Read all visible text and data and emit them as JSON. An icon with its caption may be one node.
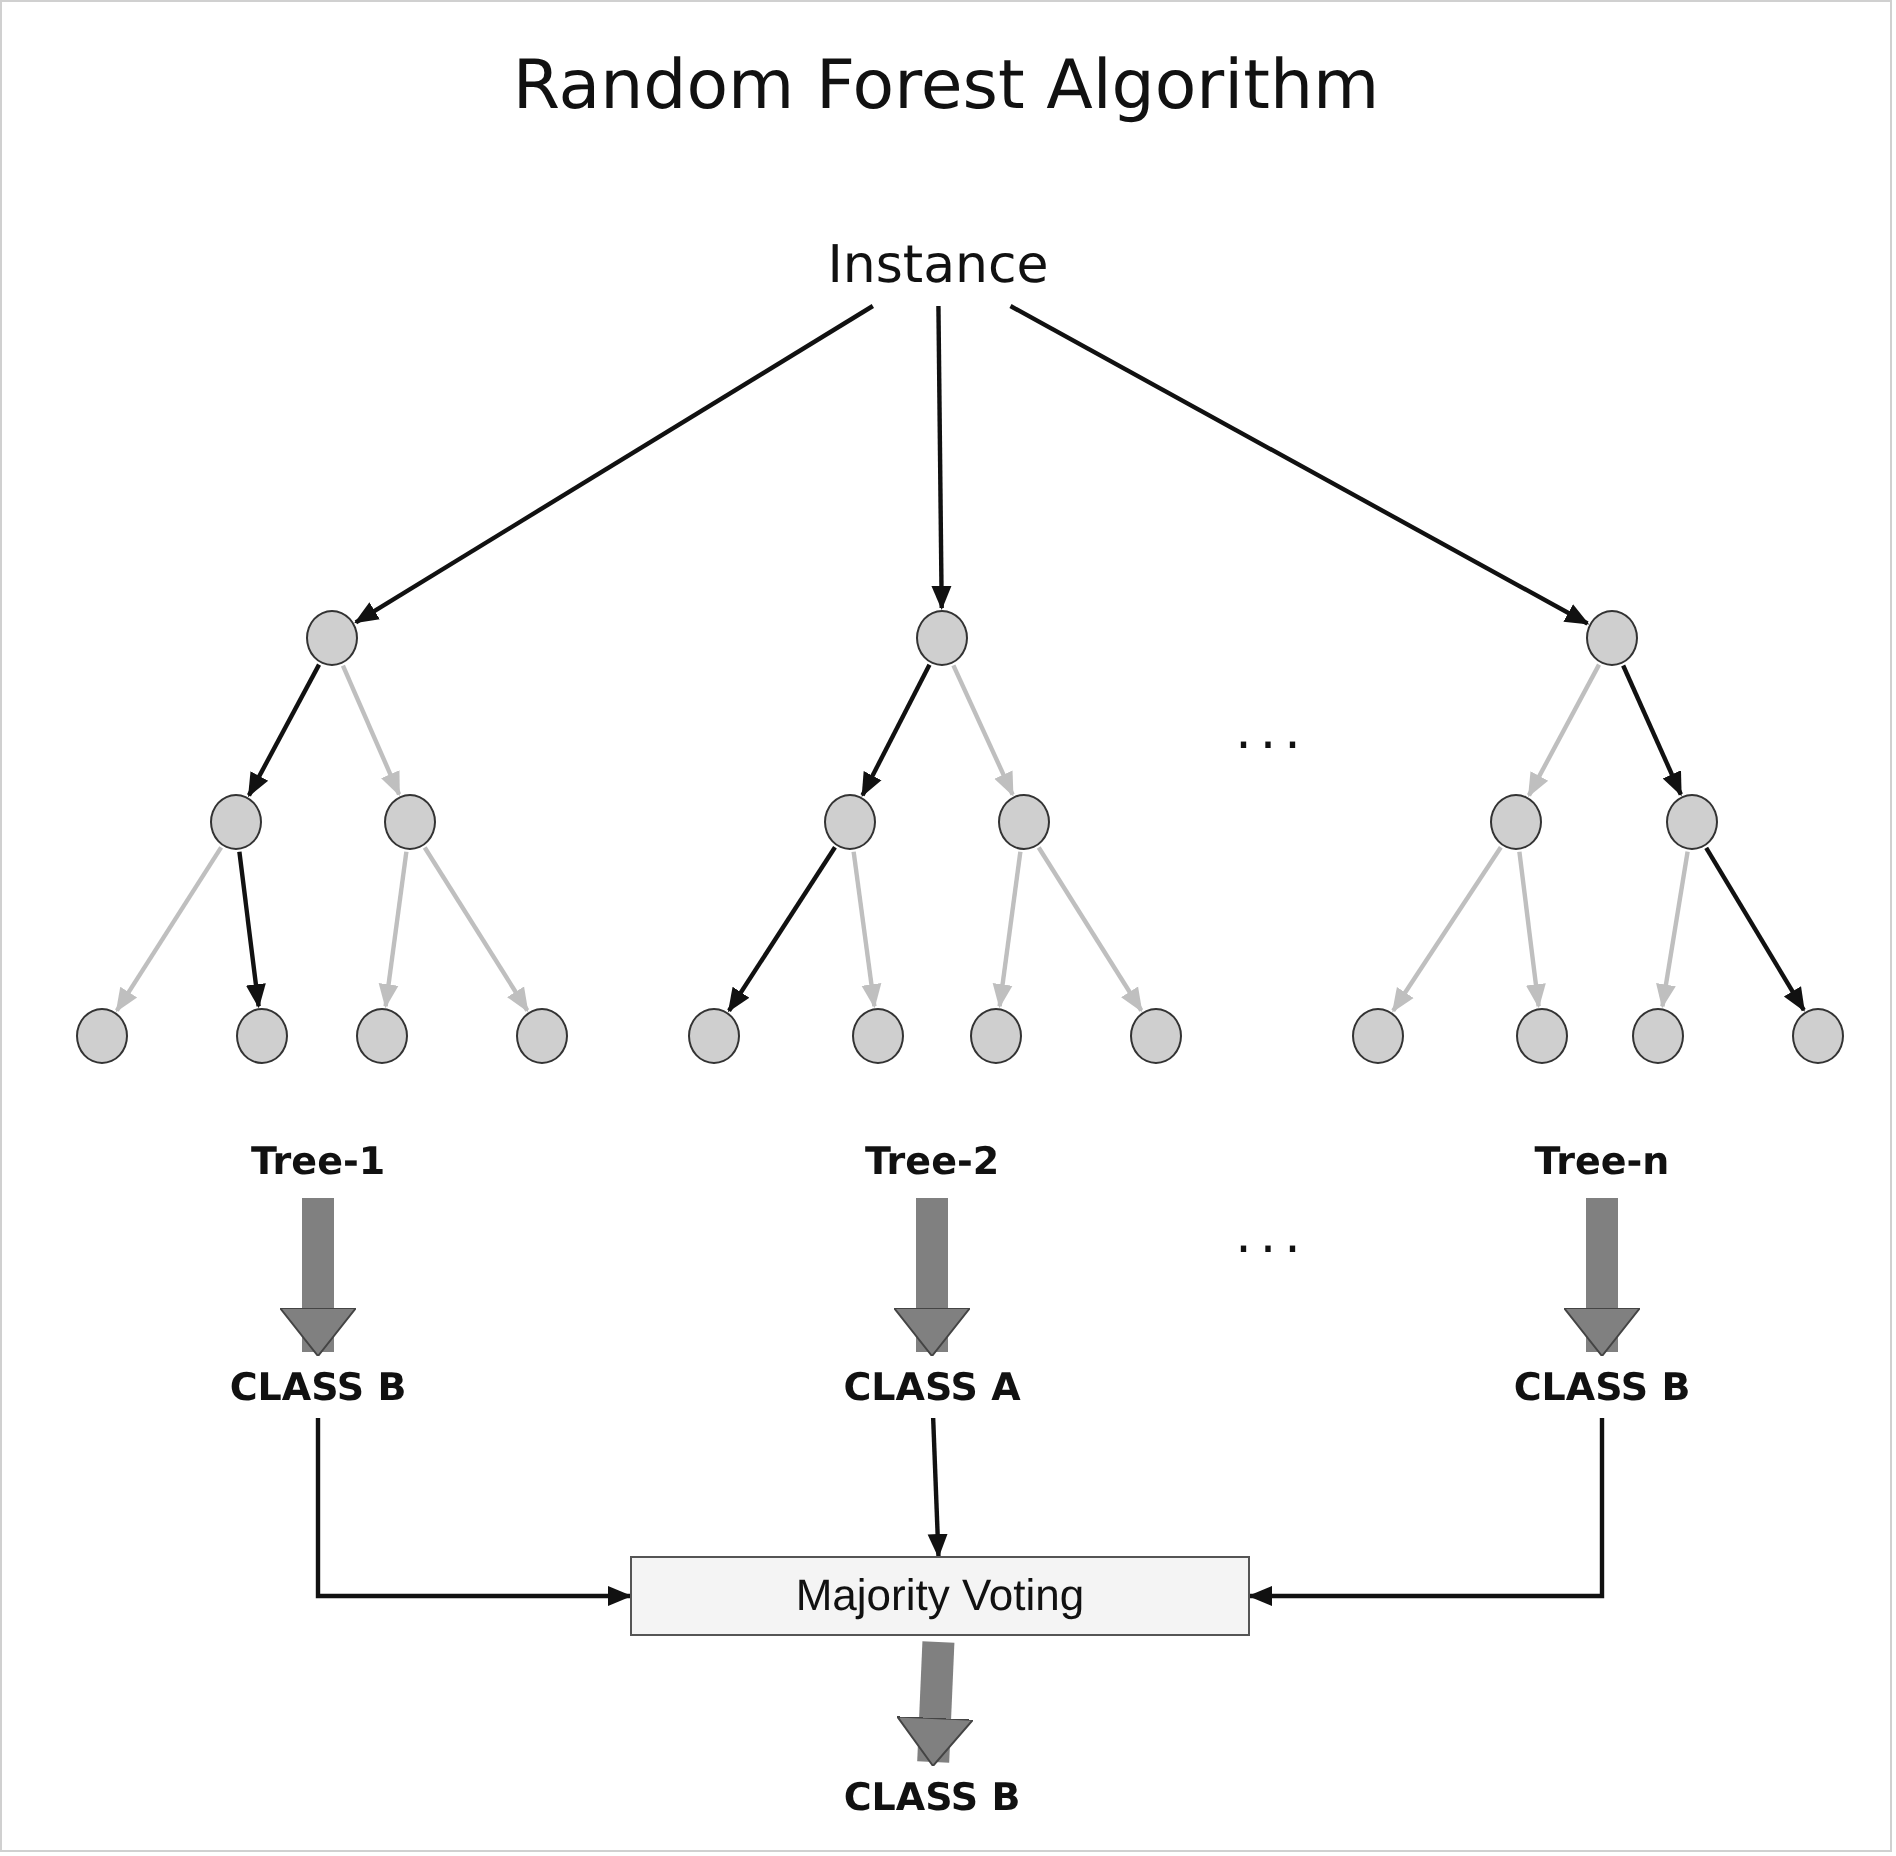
{
  "diagram": {
    "title": "Random Forest Algorithm",
    "nodes": [
      {
        "text": [
          "Instance"
        ]
      },
      {
        "text": [],
        "shape": "circle"
      },
      {
        "text": [],
        "shape": "circle"
      },
      {
        "text": [],
        "shape": "circle"
      },
      {
        "text": [],
        "shape": "circle"
      },
      {
        "text": [],
        "shape": "circle"
      },
      {
        "text": [],
        "shape": "circle"
      },
      {
        "text": [],
        "shape": "circle"
      },
      {
        "text": [],
        "shape": "circle"
      },
      {
        "text": [],
        "shape": "circle"
      },
      {
        "text": [],
        "shape": "circle"
      },
      {
        "text": [],
        "shape": "circle"
      },
      {
        "text": [],
        "shape": "circle"
      },
      {
        "text": [],
        "shape": "circle"
      },
      {
        "text": [],
        "shape": "circle"
      },
      {
        "text": [],
        "shape": "circle"
      },
      {
        "text": [],
        "shape": "circle"
      },
      {
        "text": [],
        "shape": "circle"
      },
      {
        "text": [],
        "shape": "circle"
      },
      {
        "text": [],
        "shape": "circle"
      },
      {
        "text": [],
        "shape": "circle"
      },
      {
        "text": [],
        "shape": "circle"
      },
      {
        "text": [
          "Tree-1"
        ]
      },
      {
        "text": [
          "Tree-2"
        ]
      },
      {
        "text": [
          "Tree-n"
        ]
      },
      {
        "text": [
          "CLASS B"
        ]
      },
      {
        "text": [
          "CLASS A"
        ]
      },
      {
        "text": [
          "CLASS B"
        ]
      },
      {
        "text": [
          "Majority Voting"
        ]
      },
      {
        "text": [
          "CLASS B"
        ]
      }
    ],
    "edges": [
      {
        "from": 0,
        "to": 1,
        "arrow": "to"
      },
      {
        "from": 0,
        "to": 8,
        "arrow": "to"
      },
      {
        "from": 0,
        "to": 15,
        "arrow": "to"
      },
      {
        "from": 1,
        "to": 2,
        "arrow": "to"
      },
      {
        "from": 1,
        "to": 3,
        "arrow": "to",
        "color": "#bfbfbf"
      },
      {
        "from": 2,
        "to": 4,
        "arrow": "to",
        "color": "#bfbfbf"
      },
      {
        "from": 2,
        "to": 5,
        "arrow": "to"
      },
      {
        "from": 3,
        "to": 6,
        "arrow": "to",
        "color": "#bfbfbf"
      },
      {
        "from": 3,
        "to": 7,
        "arrow": "to",
        "color": "#bfbfbf"
      },
      {
        "from": 8,
        "to": 9,
        "arrow": "to"
      },
      {
        "from": 8,
        "to": 10,
        "arrow": "to",
        "color": "#bfbfbf"
      },
      {
        "from": 9,
        "to": 11,
        "arrow": "to"
      },
      {
        "from": 9,
        "to": 12,
        "arrow": "to",
        "color": "#bfbfbf"
      },
      {
        "from": 10,
        "to": 13,
        "arrow": "to",
        "color": "#bfbfbf"
      },
      {
        "from": 10,
        "to": 14,
        "arrow": "to",
        "color": "#bfbfbf"
      },
      {
        "from": 15,
        "to": 16,
        "arrow": "to",
        "color": "#bfbfbf"
      },
      {
        "from": 15,
        "to": 17,
        "arrow": "to"
      },
      {
        "from": 16,
        "to": 18,
        "arrow": "to",
        "color": "#bfbfbf"
      },
      {
        "from": 16,
        "to": 19,
        "arrow": "to",
        "color": "#bfbfbf"
      },
      {
        "from": 17,
        "to": 20,
        "arrow": "to",
        "color": "#bfbfbf"
      },
      {
        "from": 17,
        "to": 21,
        "arrow": "to"
      },
      {
        "from": 22,
        "to": 25,
        "arrow": "to",
        "style": "thick",
        "color": "#808080"
      },
      {
        "from": 23,
        "to": 26,
        "arrow": "to",
        "style": "thick",
        "color": "#808080"
      },
      {
        "from": 24,
        "to": 27,
        "arrow": "to",
        "style": "thick",
        "color": "#808080"
      },
      {
        "from": 25,
        "to": 28,
        "arrow": "to"
      },
      {
        "from": 26,
        "to": 28,
        "arrow": "to"
      },
      {
        "from": 27,
        "to": 28,
        "arrow": "to"
      },
      {
        "from": 28,
        "to": 29,
        "arrow": "to",
        "style": "thick",
        "color": "#808080"
      }
    ],
    "labels": [
      "...",
      "..."
    ]
  }
}
